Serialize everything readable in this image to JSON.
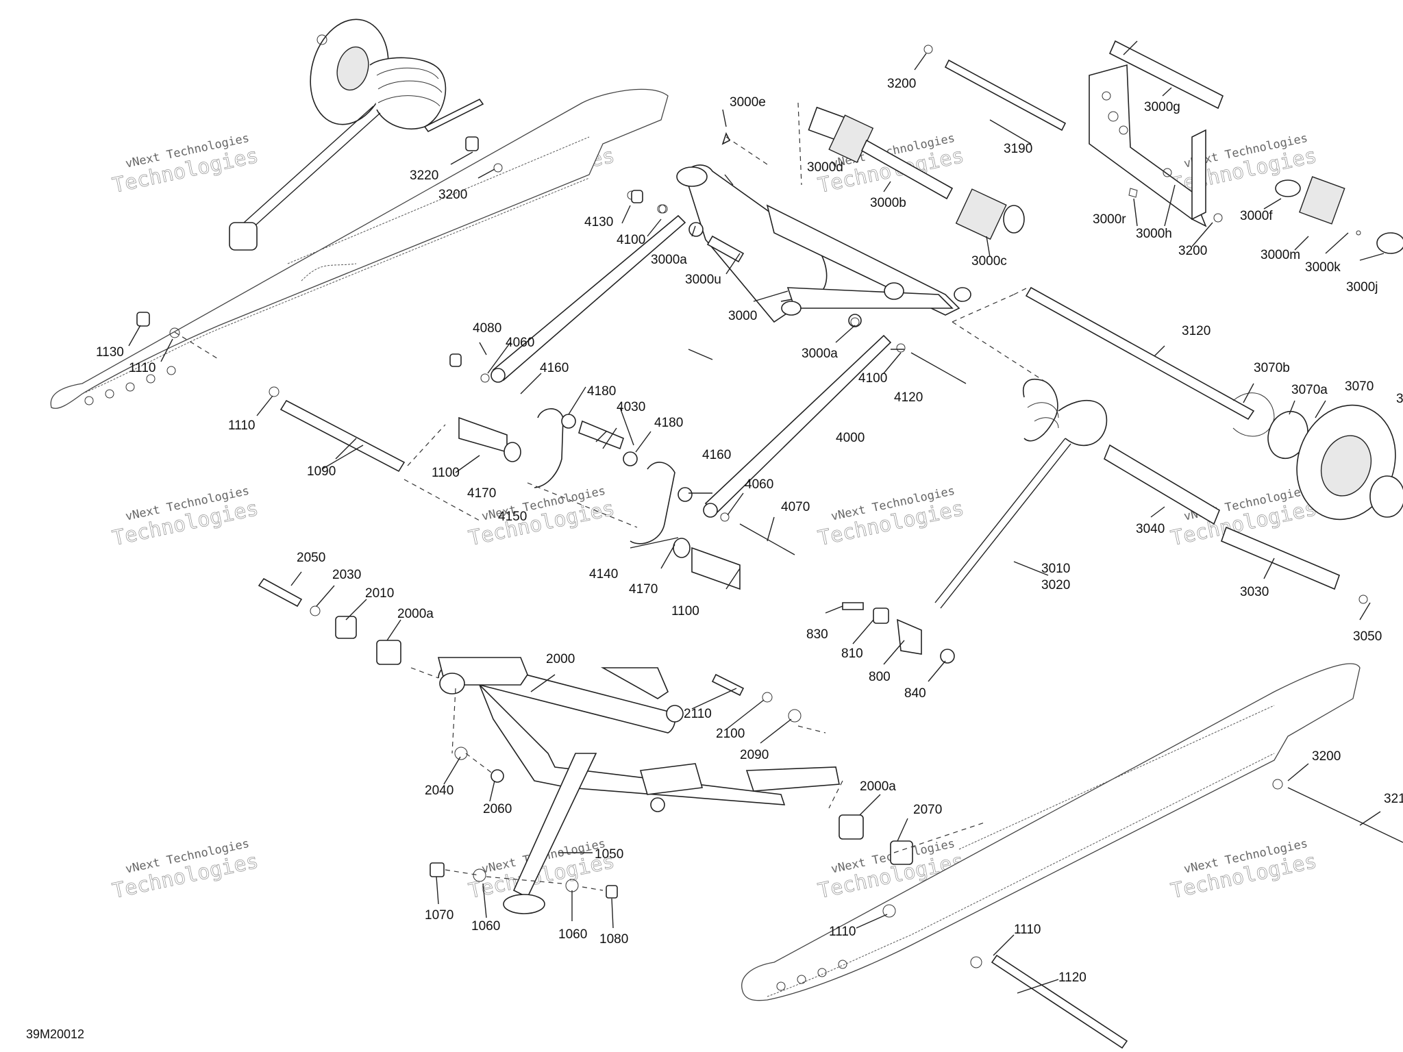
{
  "diagram_code": "39M20012",
  "watermark": {
    "line1": "vNext Technologies",
    "line2": "Technologies"
  },
  "callouts": [
    {
      "id": "c-3220",
      "text": "3220"
    },
    {
      "id": "c-3200a",
      "text": "3200"
    },
    {
      "id": "c-3200b",
      "text": "3200"
    },
    {
      "id": "c-3200c",
      "text": "3200"
    },
    {
      "id": "c-3200d",
      "text": "3200"
    },
    {
      "id": "c-1130",
      "text": "1130"
    },
    {
      "id": "c-1110a",
      "text": "1110"
    },
    {
      "id": "c-1110b",
      "text": "1110"
    },
    {
      "id": "c-1110c",
      "text": "1110"
    },
    {
      "id": "c-1110d",
      "text": "1110"
    },
    {
      "id": "c-1090",
      "text": "1090"
    },
    {
      "id": "c-1100a",
      "text": "1100"
    },
    {
      "id": "c-1100b",
      "text": "1100"
    },
    {
      "id": "c-1120",
      "text": "1120"
    },
    {
      "id": "c-4130",
      "text": "4130"
    },
    {
      "id": "c-4100a",
      "text": "4100"
    },
    {
      "id": "c-4100b",
      "text": "4100"
    },
    {
      "id": "c-4080",
      "text": "4080"
    },
    {
      "id": "c-4060a",
      "text": "4060"
    },
    {
      "id": "c-4060b",
      "text": "4060"
    },
    {
      "id": "c-4160a",
      "text": "4160"
    },
    {
      "id": "c-4160b",
      "text": "4160"
    },
    {
      "id": "c-4150",
      "text": "4150"
    },
    {
      "id": "c-4180a",
      "text": "4180"
    },
    {
      "id": "c-4180b",
      "text": "4180"
    },
    {
      "id": "c-4030",
      "text": "4030"
    },
    {
      "id": "c-4170a",
      "text": "4170"
    },
    {
      "id": "c-4170b",
      "text": "4170"
    },
    {
      "id": "c-4140",
      "text": "4140"
    },
    {
      "id": "c-4000",
      "text": "4000"
    },
    {
      "id": "c-4120",
      "text": "4120"
    },
    {
      "id": "c-4070",
      "text": "4070"
    },
    {
      "id": "c-3000e",
      "text": "3000e"
    },
    {
      "id": "c-3000d",
      "text": "3000d"
    },
    {
      "id": "c-3000b",
      "text": "3000b"
    },
    {
      "id": "c-3000c",
      "text": "3000c"
    },
    {
      "id": "c-3000a1",
      "text": "3000a"
    },
    {
      "id": "c-3000a2",
      "text": "3000a"
    },
    {
      "id": "c-3000u",
      "text": "3000u"
    },
    {
      "id": "c-3000",
      "text": "3000"
    },
    {
      "id": "c-3190",
      "text": "3190"
    },
    {
      "id": "c-3000g",
      "text": "3000g"
    },
    {
      "id": "c-3000r",
      "text": "3000r"
    },
    {
      "id": "c-3000h",
      "text": "3000h"
    },
    {
      "id": "c-3000f",
      "text": "3000f"
    },
    {
      "id": "c-3000m",
      "text": "3000m"
    },
    {
      "id": "c-3000k",
      "text": "3000k"
    },
    {
      "id": "c-3000j",
      "text": "3000j"
    },
    {
      "id": "c-3120",
      "text": "3120"
    },
    {
      "id": "c-3070b",
      "text": "3070b"
    },
    {
      "id": "c-3070a",
      "text": "3070a"
    },
    {
      "id": "c-3070",
      "text": "3070"
    },
    {
      "id": "c-3040",
      "text": "3040"
    },
    {
      "id": "c-3030",
      "text": "3030"
    },
    {
      "id": "c-3010",
      "text": "3010"
    },
    {
      "id": "c-3020",
      "text": "3020"
    },
    {
      "id": "c-3050",
      "text": "3050"
    },
    {
      "id": "c-830",
      "text": "830"
    },
    {
      "id": "c-810",
      "text": "810"
    },
    {
      "id": "c-800",
      "text": "800"
    },
    {
      "id": "c-840",
      "text": "840"
    },
    {
      "id": "c-2050",
      "text": "2050"
    },
    {
      "id": "c-2030",
      "text": "2030"
    },
    {
      "id": "c-2010",
      "text": "2010"
    },
    {
      "id": "c-2000a1",
      "text": "2000a"
    },
    {
      "id": "c-2000a2",
      "text": "2000a"
    },
    {
      "id": "c-2000",
      "text": "2000"
    },
    {
      "id": "c-2110",
      "text": "2110"
    },
    {
      "id": "c-2100",
      "text": "2100"
    },
    {
      "id": "c-2090",
      "text": "2090"
    },
    {
      "id": "c-2040",
      "text": "2040"
    },
    {
      "id": "c-2060",
      "text": "2060"
    },
    {
      "id": "c-2070",
      "text": "2070"
    },
    {
      "id": "c-1050",
      "text": "1050"
    },
    {
      "id": "c-1070",
      "text": "1070"
    },
    {
      "id": "c-1060a",
      "text": "1060"
    },
    {
      "id": "c-1060b",
      "text": "1060"
    },
    {
      "id": "c-1080",
      "text": "1080"
    },
    {
      "id": "c-321x",
      "text": "321"
    },
    {
      "id": "c-3x",
      "text": "3"
    }
  ]
}
